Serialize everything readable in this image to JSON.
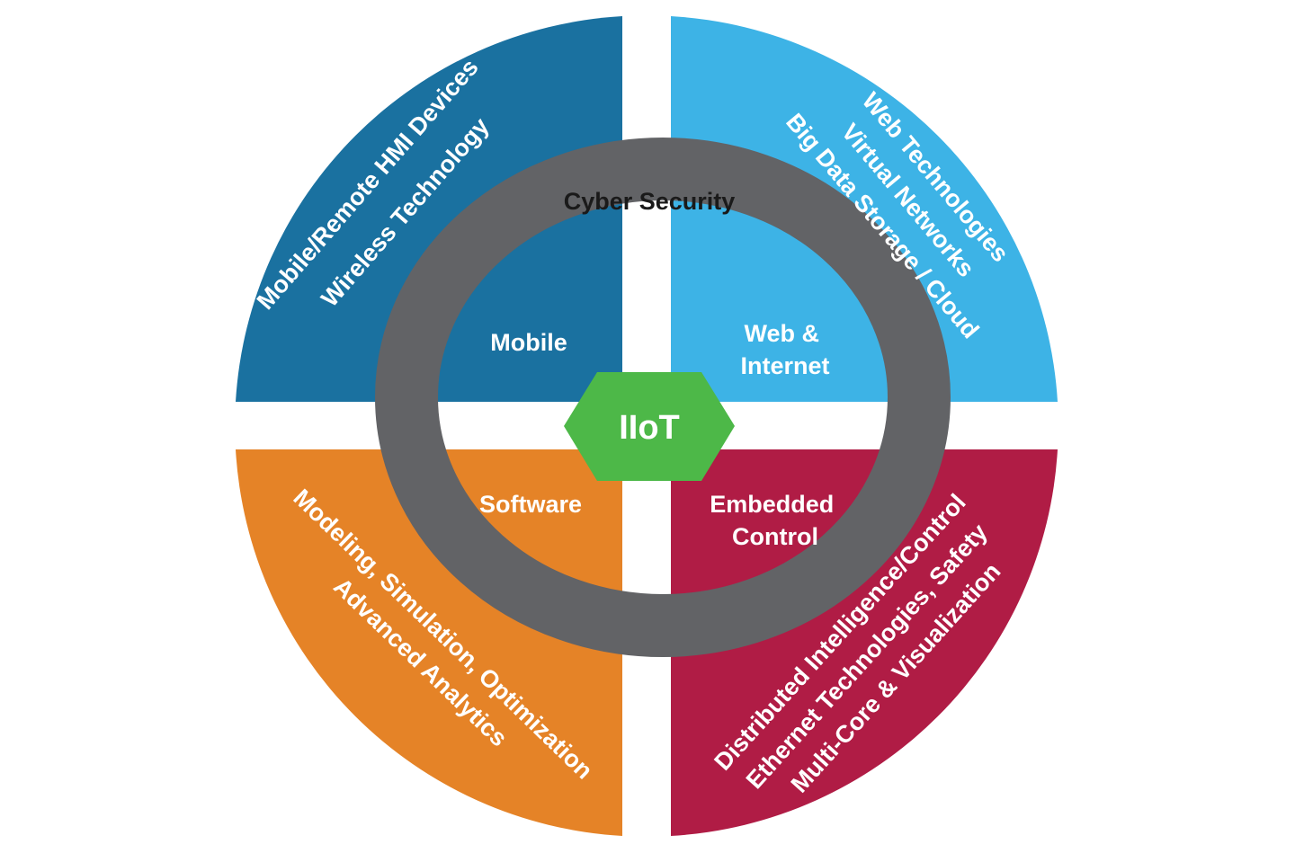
{
  "hub": {
    "label": "IIoT",
    "color": "#4db848"
  },
  "ring": {
    "label": "Cyber Security",
    "color": "#626366"
  },
  "quadrants": [
    {
      "id": "mobile",
      "position": "top-left",
      "color": "#1a71a0",
      "inner_label": [
        "Mobile"
      ],
      "outer_lines": [
        "Mobile/Remote HMI Devices",
        "Wireless Technology"
      ]
    },
    {
      "id": "web",
      "position": "top-right",
      "color": "#3db3e6",
      "inner_label": [
        "Web &",
        "Internet"
      ],
      "outer_lines": [
        "Web Technologies",
        "Virtual Networks",
        "Big Data Storage / Cloud"
      ]
    },
    {
      "id": "software",
      "position": "bottom-left",
      "color": "#e58327",
      "inner_label": [
        "Software"
      ],
      "outer_lines": [
        "Modeling, Simulation, Optimization",
        "Advanced Analytics"
      ]
    },
    {
      "id": "embedded",
      "position": "bottom-right",
      "color": "#b01c45",
      "inner_label": [
        "Embedded",
        "Control"
      ],
      "outer_lines": [
        "Distributed Intelligence/Control",
        "Ethernet Technologies, Safety",
        "Multi-Core & Visualization"
      ]
    }
  ]
}
